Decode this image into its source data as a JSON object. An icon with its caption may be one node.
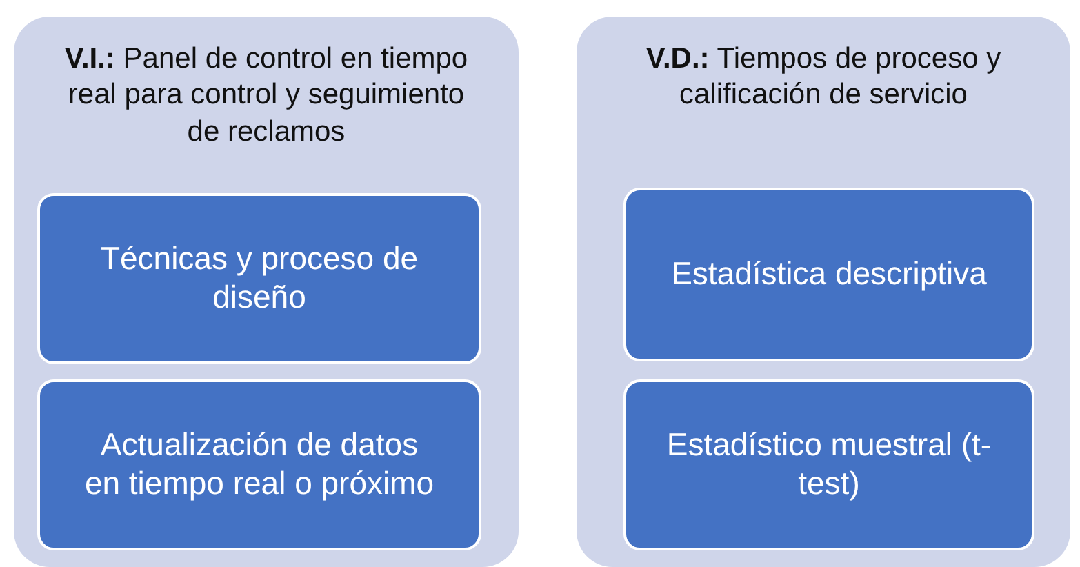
{
  "diagram": {
    "nodes": [
      {
        "text": [
          "**V.I.:** Panel de control en tiempo real para control y seguimiento de reclamos"
        ]
      },
      {
        "text": [
          "Técnicas y proceso de diseño"
        ],
        "in": 0
      },
      {
        "text": [
          "Actualización de datos en tiempo real o próximo"
        ],
        "in": 0
      },
      {
        "text": [
          "**V.D.:** Tiempos de proceso y calificación de servicio"
        ]
      },
      {
        "text": [
          "Estadística descriptiva"
        ],
        "in": 3
      },
      {
        "text": [
          "Estadístico muestral (t-test)"
        ],
        "in": 3
      }
    ],
    "edges": []
  }
}
